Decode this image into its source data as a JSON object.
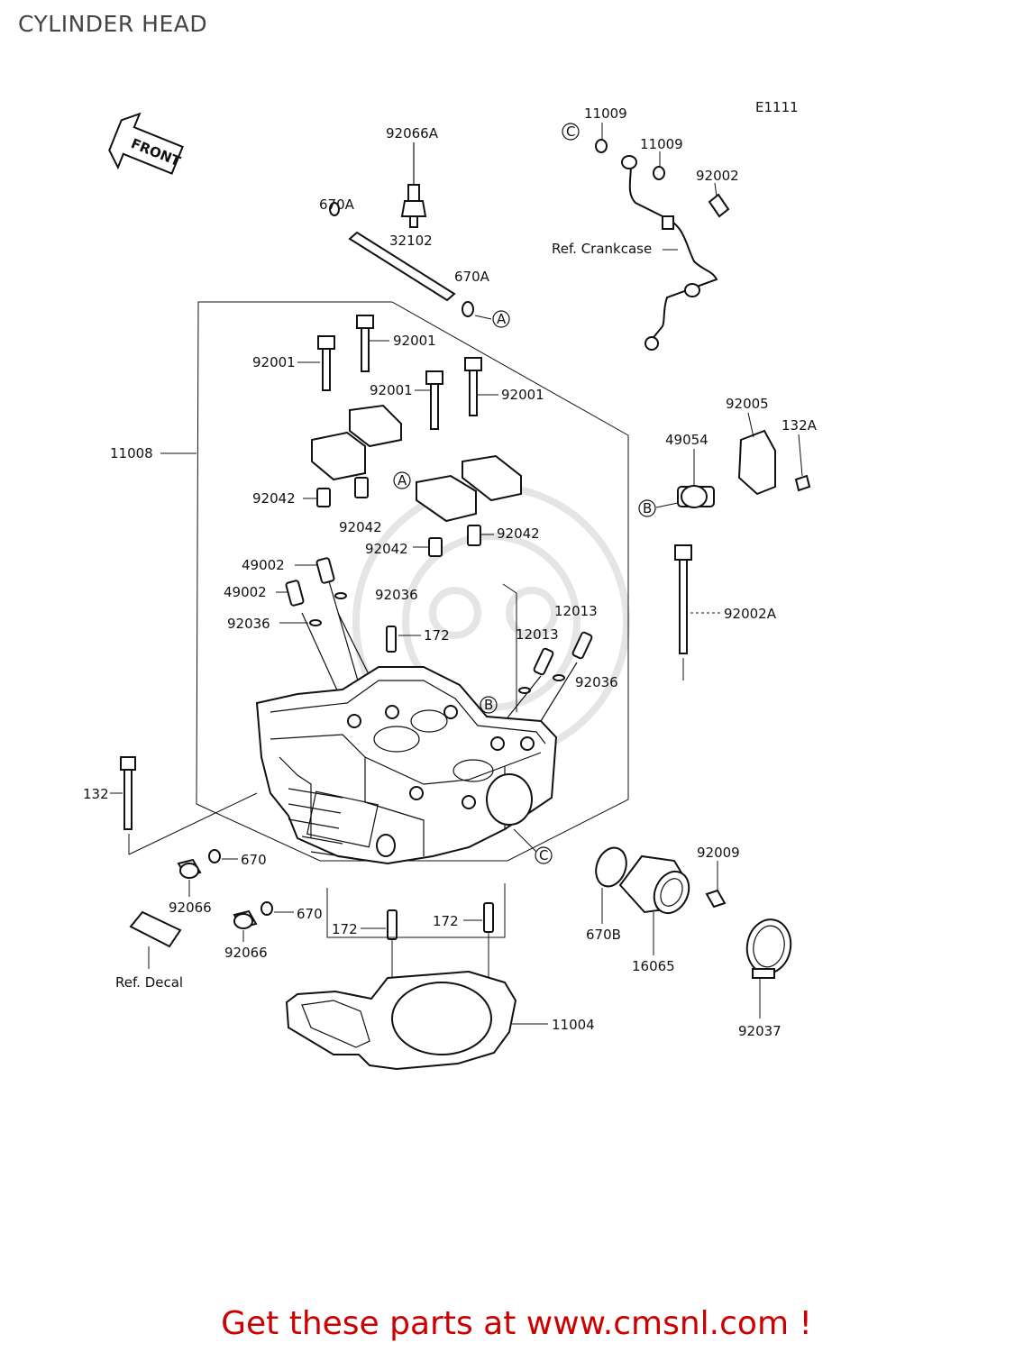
{
  "title": "CYLINDER HEAD",
  "diagram_code": "E1111",
  "front_arrow_label": "FRONT",
  "callouts": {
    "a": "A",
    "b": "B",
    "c": "C"
  },
  "labels": {
    "p92066A": "92066A",
    "p670A_1": "670A",
    "p32102": "32102",
    "p670A_2": "670A",
    "p11009_1": "11009",
    "p11009_2": "11009",
    "p92002": "92002",
    "ref_crankcase": "Ref. Crankcase",
    "p92001_1": "92001",
    "p92001_2": "92001",
    "p92001_3": "92001",
    "p92001_4": "92001",
    "p11008": "11008",
    "p92042_1": "92042",
    "p92042_2": "92042",
    "p92042_3": "92042",
    "p92042_4": "92042",
    "p92005": "92005",
    "p49054": "49054",
    "p132A": "132A",
    "p49002_1": "49002",
    "p49002_2": "49002",
    "p92036_1": "92036",
    "p92036_2": "92036",
    "p92036_3": "92036",
    "p172_1": "172",
    "p12013_1": "12013",
    "p12013_2": "12013",
    "p92002A": "92002A",
    "p132": "132",
    "p670_1": "670",
    "p670_2": "670",
    "p92066_1": "92066",
    "p92066_2": "92066",
    "p172_2": "172",
    "p172_3": "172",
    "ref_decal": "Ref. Decal",
    "p92009": "92009",
    "p670B": "670B",
    "p16065": "16065",
    "p11004": "11004",
    "p92037": "92037"
  },
  "footer": "Get these parts at www.cmsnl.com !",
  "colors": {
    "footer": "#cc0000",
    "title": "#444444",
    "line": "#111111"
  }
}
